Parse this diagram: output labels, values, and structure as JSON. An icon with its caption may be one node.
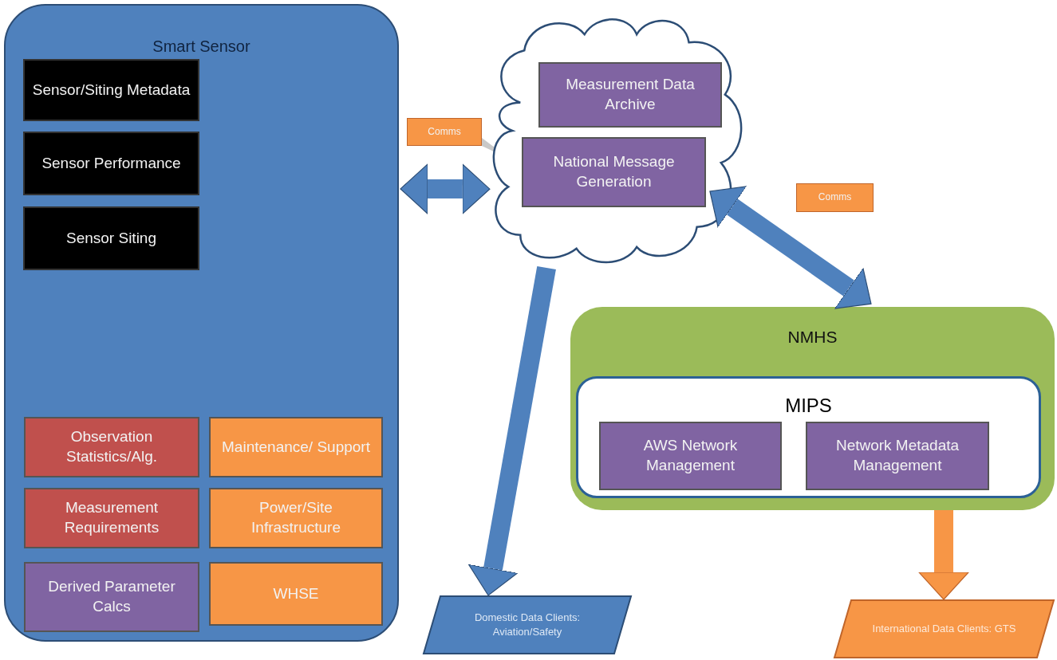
{
  "diagram": {
    "nodes": [
      {
        "text": [
          "Smart Sensor"
        ]
      },
      {
        "text": [
          "Sensor/Siting Metadata"
        ],
        "in": 0
      },
      {
        "text": [
          "Sensor Performance"
        ],
        "in": 0
      },
      {
        "text": [
          "Sensor Siting"
        ],
        "in": 0
      },
      {
        "text": [
          "Observation Statistics/Alg."
        ],
        "in": 0
      },
      {
        "text": [
          "Maintenance/ Support"
        ],
        "in": 0
      },
      {
        "text": [
          "Measurement Requirements"
        ],
        "in": 0
      },
      {
        "text": [
          "Power/Site Infrastructure"
        ],
        "in": 0
      },
      {
        "text": [
          "Derived Parameter Calcs"
        ],
        "in": 0
      },
      {
        "text": [
          "WHSE"
        ],
        "in": 0
      },
      {
        "text": [],
        "shape": "cloud"
      },
      {
        "text": [
          "Measurement Data Archive"
        ],
        "in": 10
      },
      {
        "text": [
          "National Message Generation"
        ],
        "in": 10
      },
      {
        "text": [
          "Comms"
        ]
      },
      {
        "text": [
          "Comms"
        ]
      },
      {
        "text": [
          "NMHS"
        ]
      },
      {
        "text": [
          "MIPS"
        ],
        "in": 15
      },
      {
        "text": [
          "AWS Network Management"
        ],
        "in": 16
      },
      {
        "text": [
          "Network Metadata Management"
        ],
        "in": 16
      },
      {
        "text": [
          "Domestic Data Clients: Aviation/Safety"
        ]
      },
      {
        "text": [
          "International Data Clients: GTS"
        ]
      }
    ],
    "edges": [
      {
        "from": 0,
        "to": 10,
        "arrow": "both"
      },
      {
        "from": 10,
        "to": 15,
        "arrow": "both"
      },
      {
        "from": 10,
        "to": 19,
        "arrow": "to"
      },
      {
        "from": 15,
        "to": 20,
        "arrow": "to",
        "color": "#f79646"
      }
    ]
  }
}
